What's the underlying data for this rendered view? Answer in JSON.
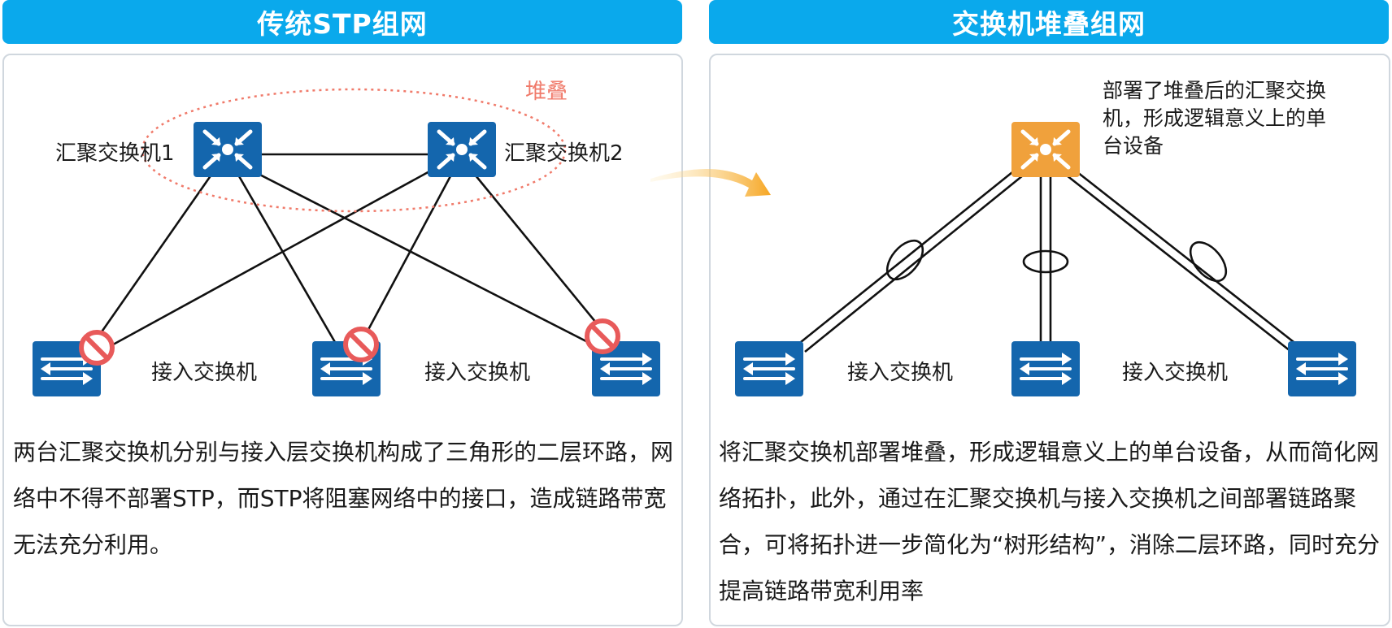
{
  "colors": {
    "header_bg": "#0aa9ec",
    "switch_blue": "#1466ad",
    "switch_orange": "#f0a13c",
    "stack_ring": "#f07a6a",
    "blocked": "#e85a5a"
  },
  "left": {
    "title": "传统STP组网",
    "stack_label": "堆叠",
    "agg_switch_1": "汇聚交换机1",
    "agg_switch_2": "汇聚交换机2",
    "access_label_1": "接入交换机",
    "access_label_2": "接入交换机",
    "description": "两台汇聚交换机分别与接入层交换机构成了三角形的二层环路，网络中不得不部署STP，而STP将阻塞网络中的接口，造成链路带宽无法充分利用。"
  },
  "right": {
    "title": "交换机堆叠组网",
    "stack_note": "部署了堆叠后的汇聚交换机，形成逻辑意义上的单台设备",
    "access_label_1": "接入交换机",
    "access_label_2": "接入交换机",
    "description": "将汇聚交换机部署堆叠，形成逻辑意义上的单台设备，从而简化网络拓扑，此外，通过在汇聚交换机与接入交换机之间部署链路聚合，可将拓扑进一步简化为“树形结构”，消除二层环路，同时充分提高链路带宽利用率"
  },
  "icons": {
    "aggregation_switch": "router-arrows-icon",
    "access_switch": "switch-arrows-icon",
    "blocked_port": "no-entry-icon",
    "transition_arrow": "curved-arrow-icon",
    "link_aggregation": "ellipse-bundle-icon"
  }
}
